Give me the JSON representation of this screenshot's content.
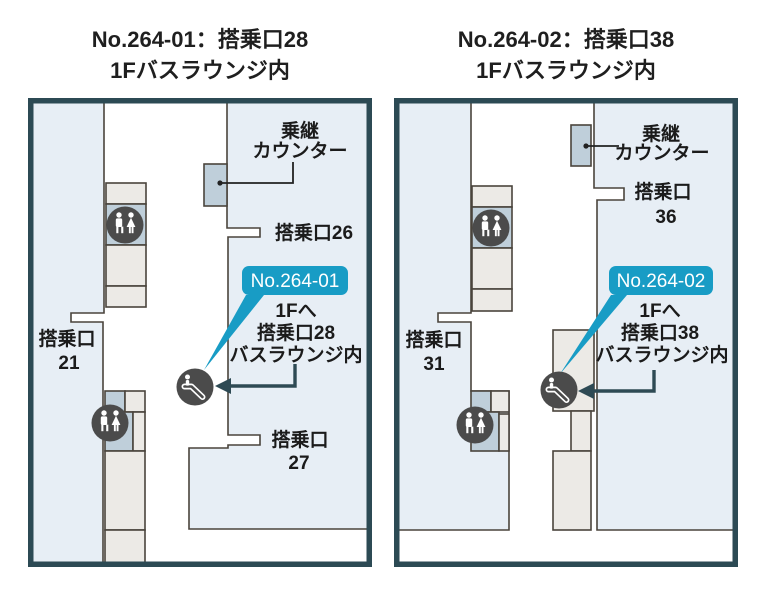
{
  "colors": {
    "accent": "#189CC5",
    "map_border": "#2C4A54",
    "region_blue": "#E7EEF5",
    "block_gray": "#ECEAE6",
    "block_blue": "#BFCFDA",
    "icon_gray": "#4B4B4B",
    "outline": "#4A443C",
    "arrow": "#2E4A54",
    "text": "#1B1B1B"
  },
  "maps": [
    {
      "title1": "No.264-01：搭乗口28",
      "title2": "1Fバスラウンジ内",
      "transfer1": "乗継",
      "transfer2": "カウンター",
      "gate_right_top": "搭乗口26",
      "badge": "No.264-01",
      "info1": "1Fへ",
      "info2": "搭乗口28",
      "info3": "バスラウンジ内",
      "gate_right_bottom1": "搭乗口",
      "gate_right_bottom2": "27",
      "gate_left1": "搭乗口",
      "gate_left2": "21"
    },
    {
      "title1": "No.264-02：搭乗口38",
      "title2": "1Fバスラウンジ内",
      "transfer1": "乗継",
      "transfer2": "カウンター",
      "gate_right_top1": "搭乗口",
      "gate_right_top2": "36",
      "badge": "No.264-02",
      "info1": "1Fへ",
      "info2": "搭乗口38",
      "info3": "バスラウンジ内",
      "gate_left1": "搭乗口",
      "gate_left2": "31"
    }
  ]
}
